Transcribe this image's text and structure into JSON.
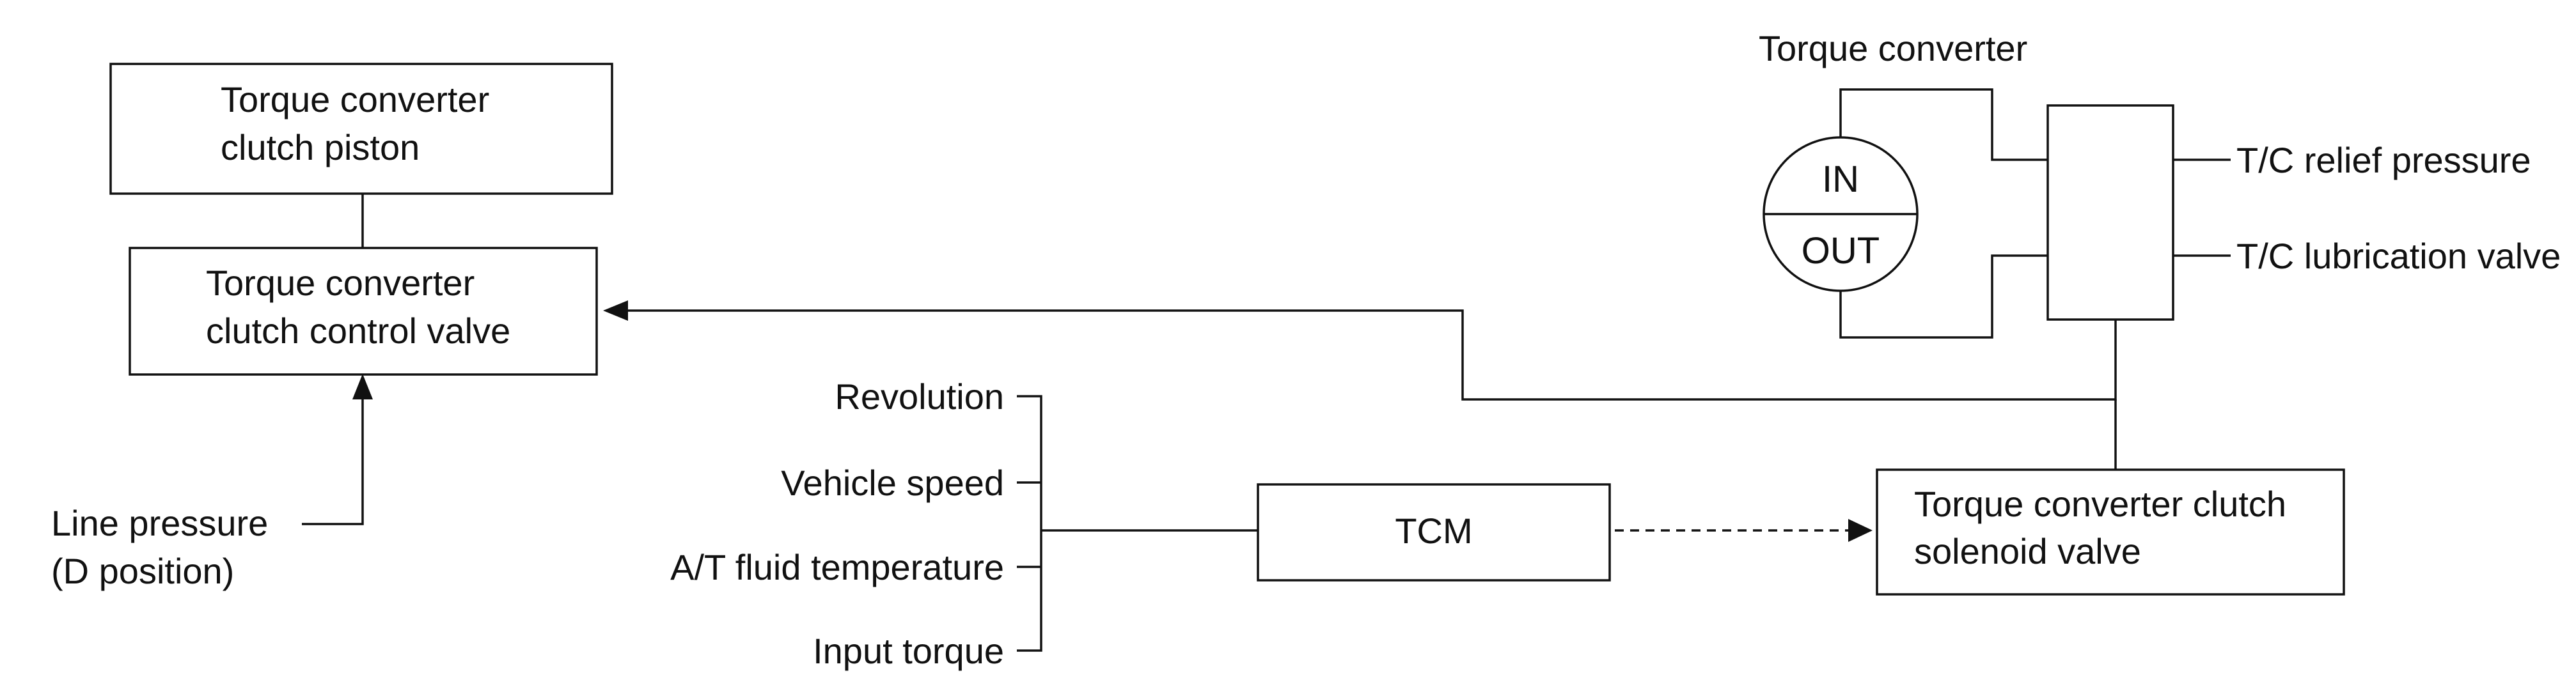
{
  "diagram": {
    "piston": {
      "line1": "Torque converter",
      "line2": "clutch piston"
    },
    "control_valve": {
      "line1": "Torque converter",
      "line2": "clutch control valve"
    },
    "line_pressure": {
      "line1": "Line pressure",
      "line2": "(D position)"
    },
    "inputs": {
      "revolution": "Revolution",
      "vehicle_speed": "Vehicle speed",
      "fluid_temp": "A/T fluid temperature",
      "input_torque": "Input torque"
    },
    "tcm": "TCM",
    "solenoid": {
      "line1": "Torque converter clutch",
      "line2": "solenoid valve"
    },
    "torque_converter": {
      "title": "Torque converter",
      "in": "IN",
      "out": "OUT"
    },
    "outputs": {
      "relief": "T/C relief pressure",
      "lubrication": "T/C lubrication valve"
    },
    "colors": {
      "line": "#111111",
      "background": "#ffffff"
    }
  }
}
